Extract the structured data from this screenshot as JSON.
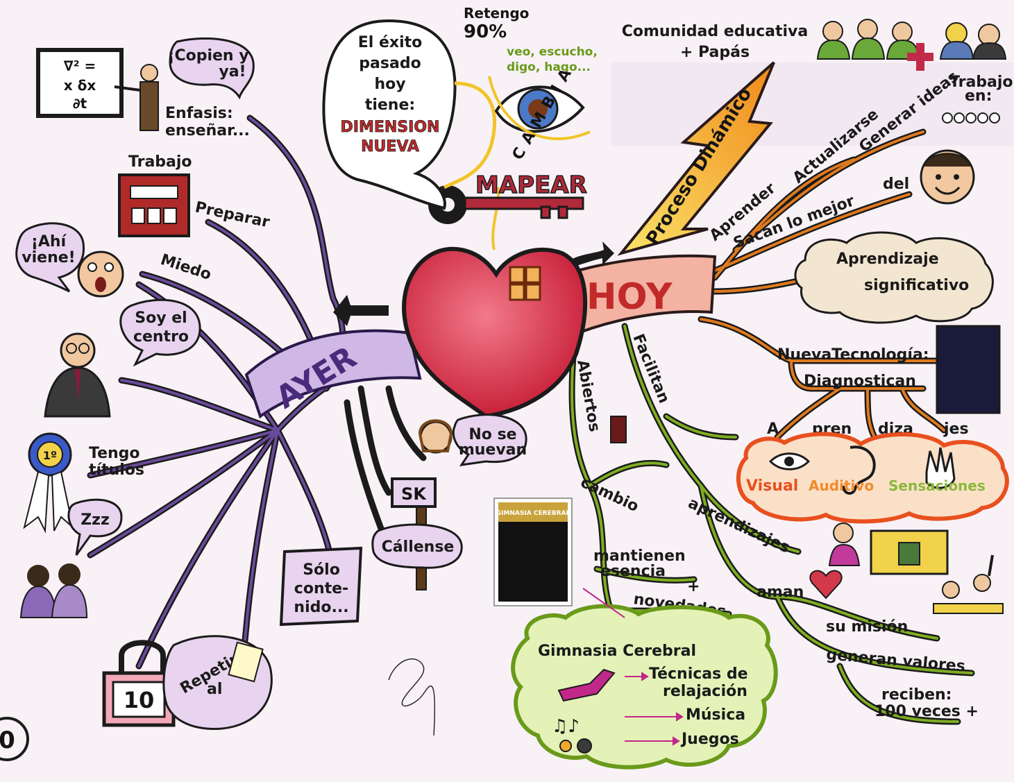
{
  "colors": {
    "purple_branch": "#4a2a7a",
    "purple_fill": "#d9c2ea",
    "green_branch": "#6a9a1a",
    "green_fill": "#e4f2b8",
    "heart": "#e2384f",
    "hoy_band": "#f1a89a",
    "bolt": "#f6b71d",
    "orange_cloud": "#f26a2e"
  },
  "center": {
    "ayer": "AYER",
    "hoy": "HOY",
    "mapear": "MAPEAR",
    "cambia": "CAMBIA"
  },
  "top": {
    "speech": [
      "El éxito",
      "pasado",
      "hoy",
      "tiene:",
      "DIMENSION",
      "NUEVA"
    ],
    "retengo": "Retengo",
    "retengo_pct": "90%",
    "senses": [
      "veo, escucho,",
      "digo, hago..."
    ],
    "community": [
      "Comunidad educativa",
      "+ Papás"
    ],
    "trabajo_en": [
      "Trabajo",
      "en:"
    ]
  },
  "ayer": {
    "copien": [
      "¡Copien y",
      "ya!"
    ],
    "formula": [
      "∇² =",
      "x δx",
      "∂t"
    ],
    "enfasis": [
      "Enfasis:",
      "enseñar..."
    ],
    "trabajo": "Trabajo",
    "preparar": "Preparar",
    "ahi_viene": [
      "¡Ahí",
      "viene!"
    ],
    "miedo": "Miedo",
    "soy_centro": [
      "Soy el",
      "centro"
    ],
    "tengo_titulos": [
      "Tengo",
      "títulos"
    ],
    "ribbon": "1º",
    "zzz": "Zzz",
    "no_se_muevan": [
      "No se",
      "muevan"
    ],
    "sign": "SK",
    "callense": "Cállense",
    "solo_contenido": [
      "Sólo",
      "conte-",
      "nido..."
    ],
    "repetir": [
      "Repetir",
      "al"
    ],
    "lock": "10"
  },
  "hoy": {
    "proceso": "Proceso Dinámico",
    "aprender": "Aprender",
    "actualizarse": "Actualizarse",
    "generar": "Generar ideas",
    "sacan": "Sacan lo mejor",
    "del": "del",
    "aprendizaje": [
      "Aprendizaje",
      "significativo"
    ],
    "nueva_tec": "NuevaTecnología:",
    "diagnostican": "Diagnostican",
    "aprendizajes_split": [
      "A",
      "pren",
      "diza",
      "jes"
    ],
    "styles": [
      "Visual",
      "Auditivo",
      "Sensaciones"
    ],
    "abiertos": "Abiertos",
    "facilitan": "Facilitan",
    "cambio": "cambio",
    "aprendizajes": "aprendizajes",
    "mantienen": [
      "mantienen",
      "esencia"
    ],
    "plus": "+",
    "novedades": "novedades",
    "aman": "aman",
    "mision": "su misión",
    "valores": "generan valores",
    "reciben": [
      "reciben:",
      "100 veces +"
    ],
    "book": [
      "GIMNASIA CEREBRAL"
    ],
    "gimnasia": "Gimnasia Cerebral",
    "tecnicas": [
      "Técnicas de",
      "relajación"
    ],
    "musica": "Música",
    "juegos": "Juegos"
  },
  "footer": {
    "page_num": "0"
  },
  "icons": [
    "heart-icon",
    "key-icon",
    "eye-icon",
    "bolt-icon",
    "lock-icon",
    "ribbon-icon",
    "door-icon",
    "smiley-icon",
    "ear-icon",
    "hand-icon"
  ]
}
